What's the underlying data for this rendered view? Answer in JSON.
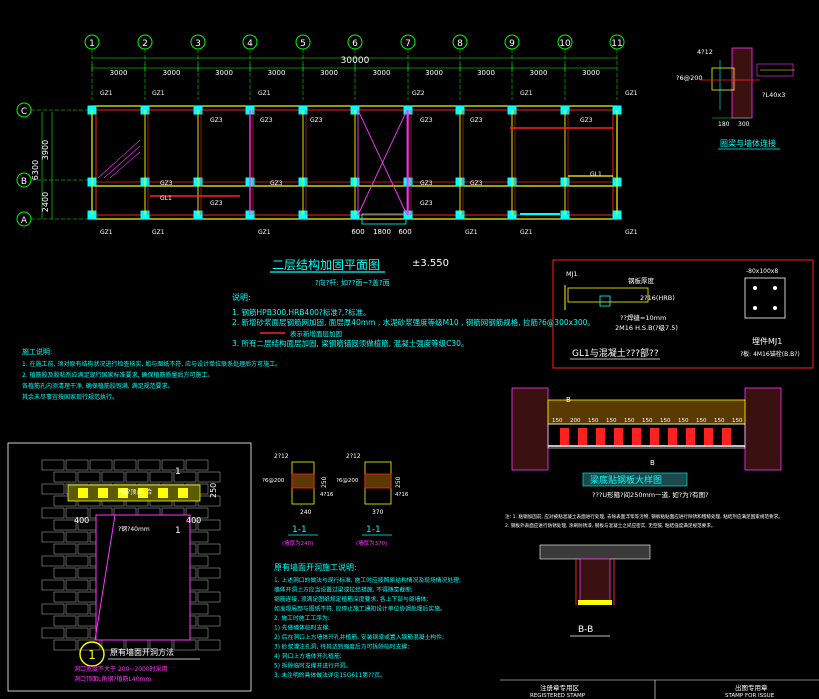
{
  "grid": {
    "columns": [
      "1",
      "2",
      "3",
      "4",
      "5",
      "6",
      "7",
      "8",
      "9",
      "10",
      "11"
    ],
    "rows": [
      "C",
      "B",
      "A"
    ],
    "bay_dims": [
      "3000",
      "3000",
      "3000",
      "3000",
      "3000",
      "3000",
      "3000",
      "3000",
      "3000",
      "3000"
    ],
    "total_dim": "30000",
    "row_dims": [
      "3900",
      "2400"
    ],
    "row_total": "6300",
    "door_dims": [
      "600",
      "1800",
      "600"
    ]
  },
  "labels": {
    "gz1": "GZ1",
    "gz2": "GZ2",
    "gz3": "GZ3",
    "gl1": "GL1"
  },
  "plan": {
    "title": "二层结构加固平面图",
    "elevation": "±3.550",
    "subtitle": "?向?杆: 如??面~?盖?面"
  },
  "notes_main": {
    "heading": "说明:",
    "items": [
      "1. 钢筋HPB300,HRB400?标准?,?标准。",
      "2. 新增砂浆面层钢筋网加固, 面层厚40mm , 水泥砂浆强度等级M10 , 钢筋网钢筋规格, 拉筋?6@300x300。",
      "3. 所有二层结构面层加固, 梁钢筋锚固须做植筋, 混凝土强度等级C30。"
    ],
    "legend": "表示新增面层加固"
  },
  "notes_left": {
    "heading": "施工说明:",
    "items": [
      "1. 在施工前, 须对原有结构状况进行检查核实, 如与图纸不符, 应与设计单位联系处理后方可施工。",
      "2. 植筋胶及胶粘剂应满足现行国家标准要求, 确保植筋质量后方可施工。",
      "   各植筋孔内须清理干净, 确保植筋胶饱满, 满足规范要求。",
      "   其余未尽事宜按国家现行规范执行。"
    ]
  },
  "wall_tie": {
    "title": "圈梁与墙体连接",
    "dims": [
      "180",
      "300"
    ],
    "labels": [
      "4?12",
      "?6@200",
      "?L40x3"
    ]
  },
  "gl1_detail": {
    "title": "GL1与混凝土???部??",
    "labels": [
      "MJ1",
      "钢板厚度",
      "2?16(HRB)",
      "??焊缝=10mm",
      "2M16 H.S.B(?级7.5)"
    ],
    "embed_title": "埋件MJ1",
    "embed_note": "?板: 4M16锚栓(B.B?)",
    "plate": "-80x100x8"
  },
  "opening": {
    "title": "原有墙面开洞方法",
    "num": "1",
    "note1": "洞口宽度不大于 200~2000时采用",
    "note2": "洞口顶面L角钢?植筋L40mm",
    "dim_left": "400",
    "dim_right": "400",
    "dim_h": "250",
    "tag1": "1",
    "tag2": "1",
    "lintel_label": "?钢?顶点: 合",
    "lintel_note": "?钢?40mm"
  },
  "sections": {
    "s1_title": "1-1",
    "s1_note": "(墙厚为240)",
    "s2_title": "1-1",
    "s2_note": "(墙厚为370)",
    "s1_dims": [
      "240",
      "250"
    ],
    "s2_dims": [
      "370",
      "250"
    ],
    "labels": [
      "2?12",
      "?6@200",
      "4?16"
    ]
  },
  "opening_notes": {
    "heading": "原有墙面开洞施工说明:",
    "items": [
      "1. 上述洞口的做法与现行标准, 施工时应按照原结构情况及现场情况处理;",
      "   墙体开洞上方应当设置过梁或拉结措施, 不得随意截断;",
      "   钢筋连接, 须满足图纸规定植筋深度要求, 各上下部与原墙体;",
      "   如发现局部与图纸不符, 应停止施工通知设计单位协调处理后实施。",
      "2. 施工时施工工序为:",
      "   1) 先做墙体临时支撑;",
      "   2) 后在洞口上方墙体开孔并植筋, 安装钢梁或置入钢筋混凝土构件;",
      "   3) 砂浆灌注孔洞, 待其达到强度后方可拆除临时支撑;",
      "   4) 洞口上方墙体开孔植筋;",
      "   5) 拆除临时支撑并进行开洞。",
      "3. 未注明的具体做法详见15G611第??页。"
    ]
  },
  "beam_detail": {
    "title": "梁底贴钢板大样图",
    "note": "???U形箍?间250mm一道, 如?为?有图?",
    "tag_b1": "B",
    "tag_b2": "B",
    "dims": [
      "150",
      "200",
      "150",
      "150",
      "150",
      "150",
      "150",
      "150",
      "150",
      "150",
      "150"
    ]
  },
  "beam_notes": {
    "items": [
      "注: 1. 粘钢加固前, 应对被粘混凝土表面进行处理, 去除表面浮浆等污物, 钢板粘贴面应进行除锈和粗糙处理, 粘结剂应满足国家规范要求。",
      "   2. 钢板外表面应进行防锈处理, 涂刷防锈漆, 钢板与混凝土之间应密实, 无空鼓, 粘结强度满足规范要求。"
    ]
  },
  "bb_section": {
    "title": "B-B"
  },
  "stamps": {
    "left_label": "注册章专用区",
    "left_sub": "REGISTERED STAMP",
    "right_label": "出图专用章",
    "right_sub": "STAMP FOR ISSUE"
  },
  "colors": {
    "background": "#000000",
    "grid_line": "#00ff00",
    "wall": "#ffff00",
    "column": "#00ffff",
    "magenta": "#ff33ff",
    "red": "#ff2020",
    "text_white": "#ffffff",
    "text_cyan": "#00ffff"
  }
}
